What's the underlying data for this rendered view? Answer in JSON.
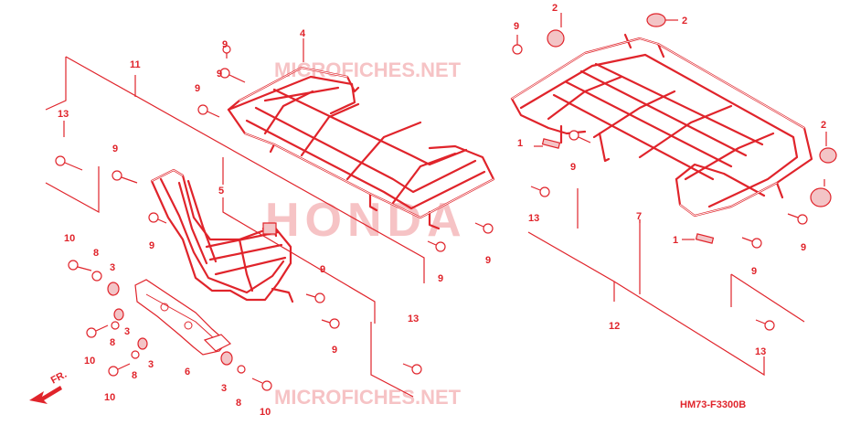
{
  "diagram": {
    "watermarks": {
      "top": "MICROFICHES.NET",
      "center": "HONDA",
      "bottom": "MICROFICHES.NET"
    },
    "diagram_code": "HM73-F3300B",
    "direction_label": "FR.",
    "callouts": [
      {
        "id": "c4",
        "label": "4"
      },
      {
        "id": "c9a",
        "label": "9"
      },
      {
        "id": "c9b",
        "label": "9"
      },
      {
        "id": "c9c",
        "label": "9"
      },
      {
        "id": "c11",
        "label": "11"
      },
      {
        "id": "c13a",
        "label": "13"
      },
      {
        "id": "c9d",
        "label": "9"
      },
      {
        "id": "c5",
        "label": "5"
      },
      {
        "id": "c9e",
        "label": "9"
      },
      {
        "id": "c10a",
        "label": "10"
      },
      {
        "id": "c8a",
        "label": "8"
      },
      {
        "id": "c3a",
        "label": "3"
      },
      {
        "id": "c3b",
        "label": "3"
      },
      {
        "id": "c10b",
        "label": "10"
      },
      {
        "id": "c8b",
        "label": "8"
      },
      {
        "id": "c8c",
        "label": "8"
      },
      {
        "id": "c3c",
        "label": "3"
      },
      {
        "id": "c6",
        "label": "6"
      },
      {
        "id": "c10c",
        "label": "10"
      },
      {
        "id": "c3d",
        "label": "3"
      },
      {
        "id": "c8d",
        "label": "8"
      },
      {
        "id": "c10d",
        "label": "10"
      },
      {
        "id": "c9f",
        "label": "9"
      },
      {
        "id": "c9g",
        "label": "9"
      },
      {
        "id": "c13b",
        "label": "13"
      },
      {
        "id": "c9h",
        "label": "9"
      },
      {
        "id": "c9i",
        "label": "9"
      },
      {
        "id": "c9j",
        "label": "9"
      },
      {
        "id": "c2a",
        "label": "2"
      },
      {
        "id": "c2b",
        "label": "2"
      },
      {
        "id": "c1a",
        "label": "1"
      },
      {
        "id": "c9k",
        "label": "9"
      },
      {
        "id": "c13c",
        "label": "13"
      },
      {
        "id": "c7",
        "label": "7"
      },
      {
        "id": "c2c",
        "label": "2"
      },
      {
        "id": "c9l",
        "label": "9"
      },
      {
        "id": "c1b",
        "label": "1"
      },
      {
        "id": "c9m",
        "label": "9"
      },
      {
        "id": "c12",
        "label": "12"
      },
      {
        "id": "c13d",
        "label": "13"
      }
    ]
  }
}
